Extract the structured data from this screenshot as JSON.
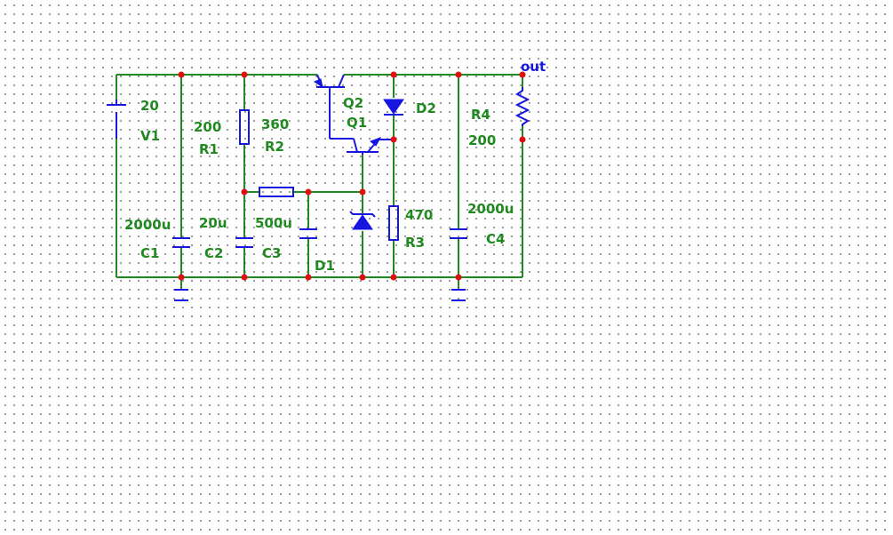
{
  "labels": {
    "out": "out",
    "v1_value": "20",
    "v1_name": "V1",
    "r1_value": "200",
    "r1_name": "R1",
    "r2_value": "360",
    "r2_name": "R2",
    "q2_name": "Q2",
    "q1_name": "Q1",
    "d2_name": "D2",
    "r4_name": "R4",
    "r4_value": "200",
    "c1_value": "2000u",
    "c1_name": "C1",
    "c2_value": "20u",
    "c2_name": "C2",
    "c3_value": "500u",
    "c3_name": "C3",
    "d1_name": "D1",
    "r3_value": "470",
    "r3_name": "R3",
    "c4_value": "2000u",
    "c4_name": "C4"
  },
  "colors": {
    "wire": "#208a20",
    "component": "#1616e0",
    "node": "#e01010",
    "grid": "#8a8a8a"
  }
}
